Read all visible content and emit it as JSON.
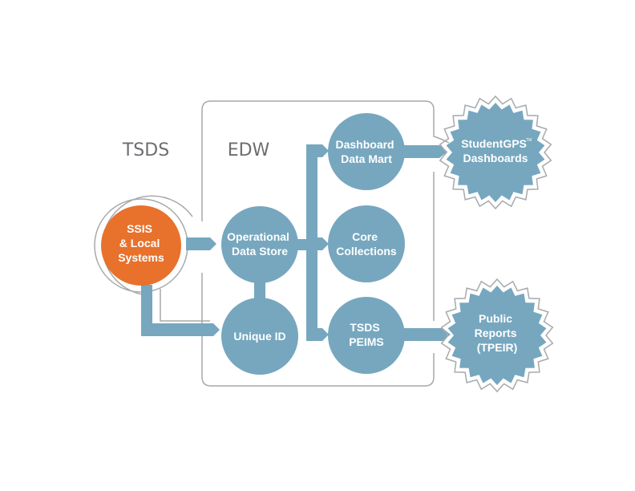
{
  "regions": {
    "tsds": "TSDS",
    "edw": "EDW"
  },
  "nodes": {
    "ssis": [
      "SSIS",
      "& Local",
      "Systems"
    ],
    "ods": [
      "Operational",
      "Data Store"
    ],
    "unique_id": [
      "Unique ID"
    ],
    "dashboard_mart": [
      "Dashboard",
      "Data Mart"
    ],
    "core": [
      "Core",
      "Collections"
    ],
    "peims": [
      "TSDS",
      "PEIMS"
    ],
    "studentgps": [
      "StudentGPS",
      "Dashboards"
    ],
    "studentgps_tm": "TM",
    "public_reports": [
      "Public",
      "Reports",
      "(TPEIR)"
    ]
  },
  "colors": {
    "blue": "#76a7bf",
    "orange": "#e8712c",
    "outline": "#a7a9ac",
    "text_gray": "#6d6e71"
  }
}
